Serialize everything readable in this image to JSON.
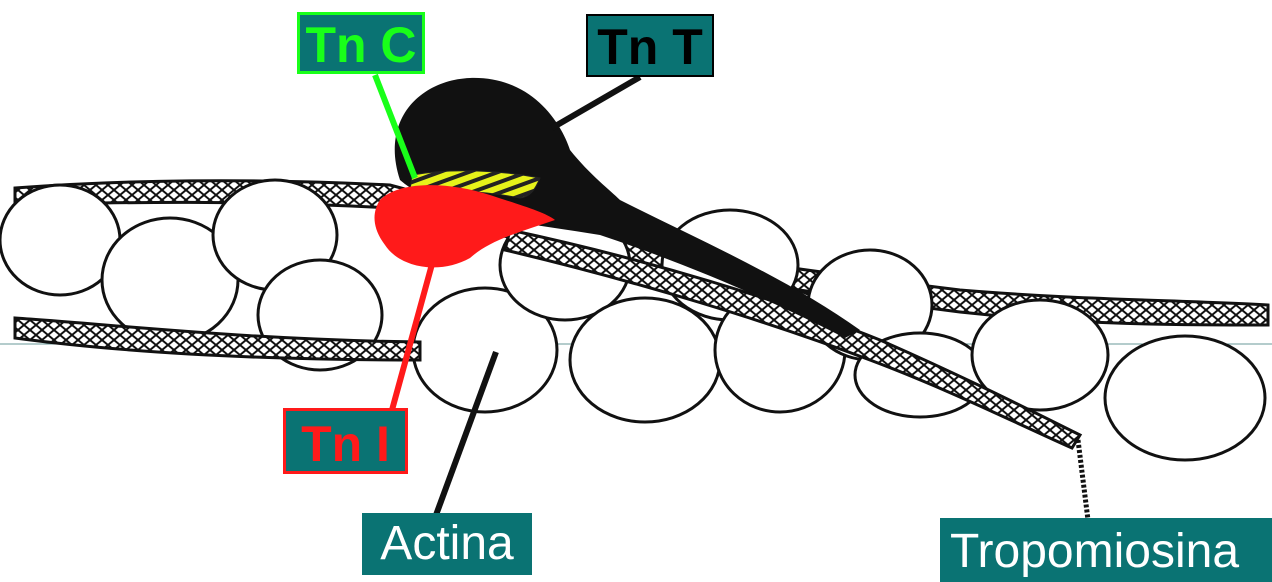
{
  "labels": {
    "tnc": "Tn C",
    "tnt": "Tn T",
    "tni": "Tn I",
    "actina": "Actina",
    "tropomiosina": "Tropomiosina"
  },
  "colors": {
    "label_bg": "#0a7373",
    "tnc": "#19ff19",
    "tni": "#ff1a1a",
    "tnt": "#111111",
    "tnc_stripe": "#e6f21a"
  }
}
